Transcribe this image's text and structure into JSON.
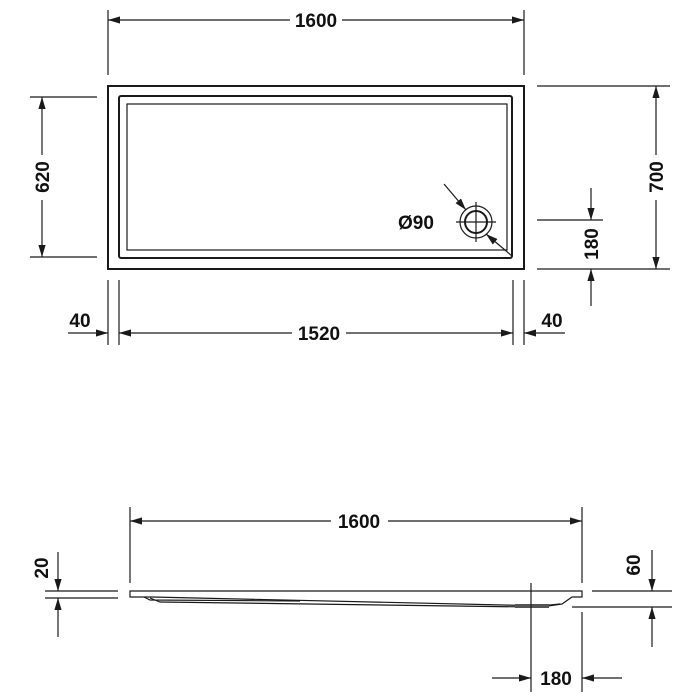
{
  "drawing": {
    "top_view": {
      "overall_length": "1600",
      "overall_width": "700",
      "inner_width": "620",
      "inner_length": "1520",
      "left_rim": "40",
      "right_rim": "40",
      "drain_offset": "180",
      "drain_diameter": "Ø90"
    },
    "side_view": {
      "overall_length": "1600",
      "rim_height": "20",
      "total_height": "60",
      "drain_offset": "180"
    }
  },
  "colors": {
    "line": "#1a1a1a",
    "background": "#ffffff"
  }
}
